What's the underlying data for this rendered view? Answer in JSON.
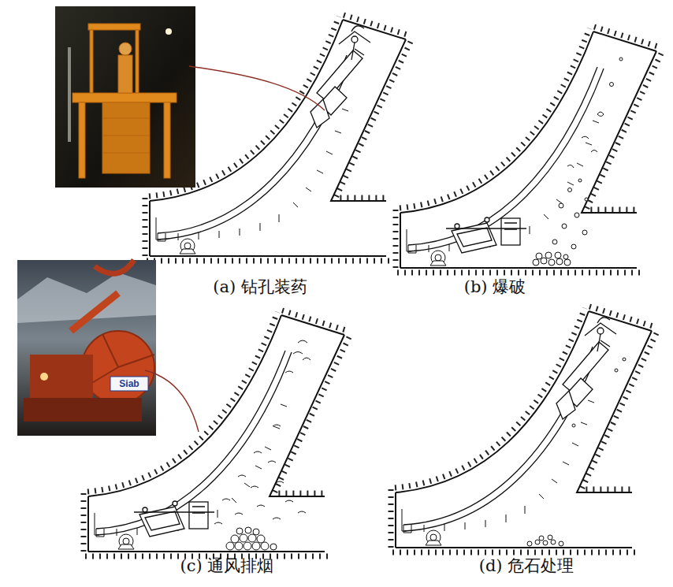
{
  "diagram": {
    "labels": [
      "(a) 钻孔装药",
      "(b) 爆破",
      "(c) 通风排烟",
      "(d) 危石处理",
      "Siab"
    ]
  }
}
